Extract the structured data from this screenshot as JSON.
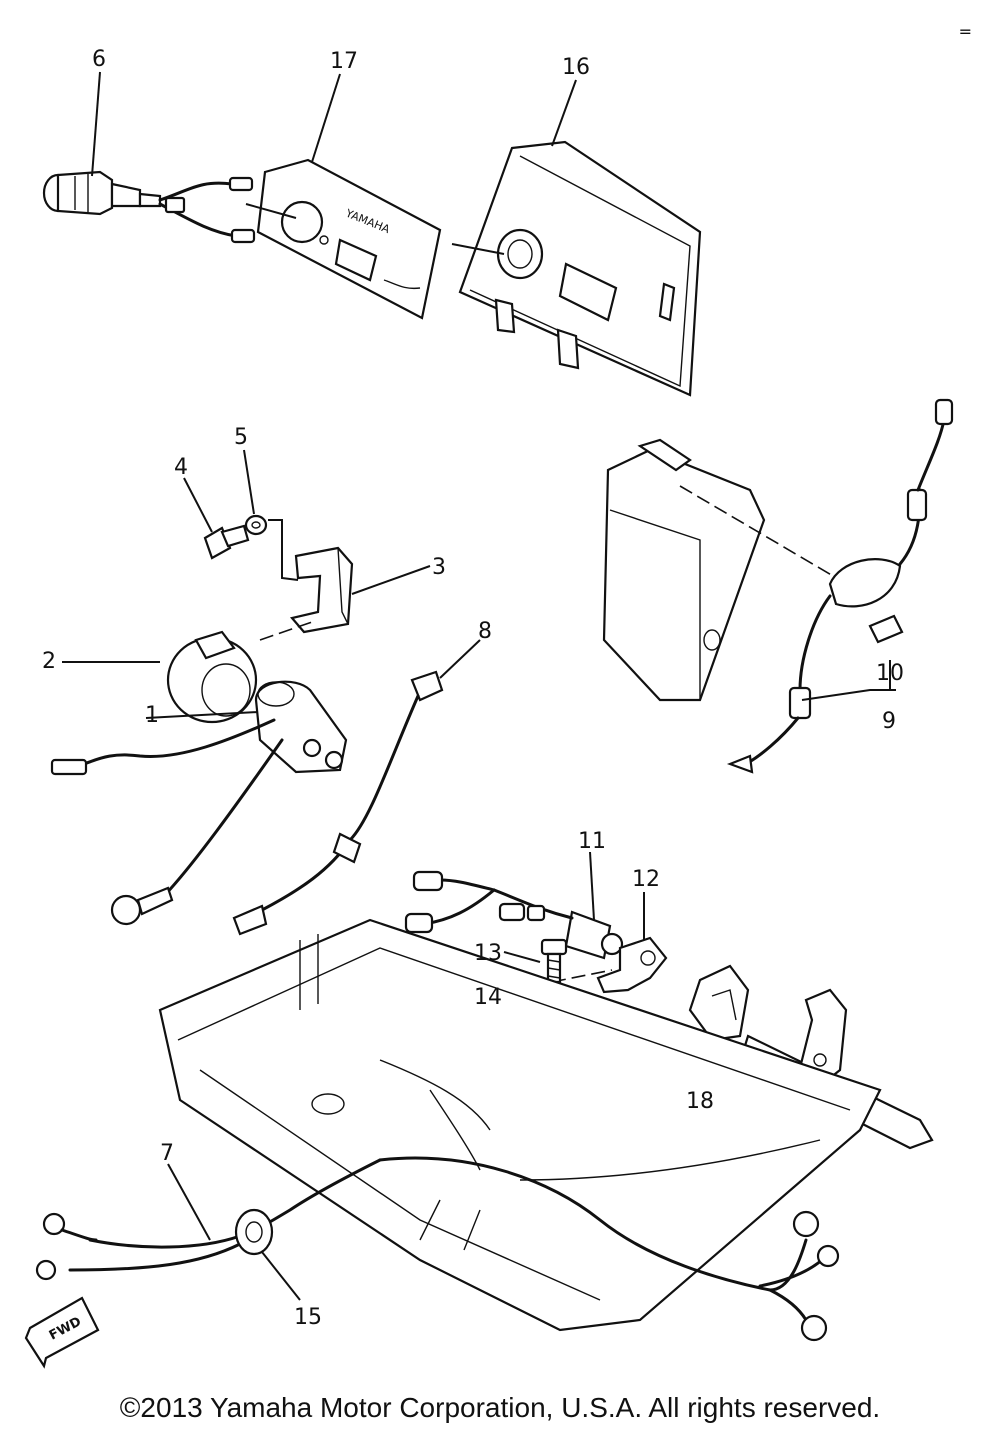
{
  "corner_mark": "=",
  "copyright": "©2013 Yamaha Motor Corporation, U.S.A. All rights reserved.",
  "panel_brand": "YAMAHA",
  "fwd_label": "FWD",
  "callouts": [
    {
      "id": "c1",
      "label": "1"
    },
    {
      "id": "c2",
      "label": "2"
    },
    {
      "id": "c3",
      "label": "3"
    },
    {
      "id": "c4",
      "label": "4"
    },
    {
      "id": "c5",
      "label": "5"
    },
    {
      "id": "c6",
      "label": "6"
    },
    {
      "id": "c7",
      "label": "7"
    },
    {
      "id": "c8",
      "label": "8"
    },
    {
      "id": "c9",
      "label": "9"
    },
    {
      "id": "c10",
      "label": "10"
    },
    {
      "id": "c11",
      "label": "11"
    },
    {
      "id": "c12",
      "label": "12"
    },
    {
      "id": "c13",
      "label": "13"
    },
    {
      "id": "c14",
      "label": "14"
    },
    {
      "id": "c15",
      "label": "15"
    },
    {
      "id": "c16",
      "label": "16"
    },
    {
      "id": "c17",
      "label": "17"
    },
    {
      "id": "c18",
      "label": "18"
    }
  ]
}
